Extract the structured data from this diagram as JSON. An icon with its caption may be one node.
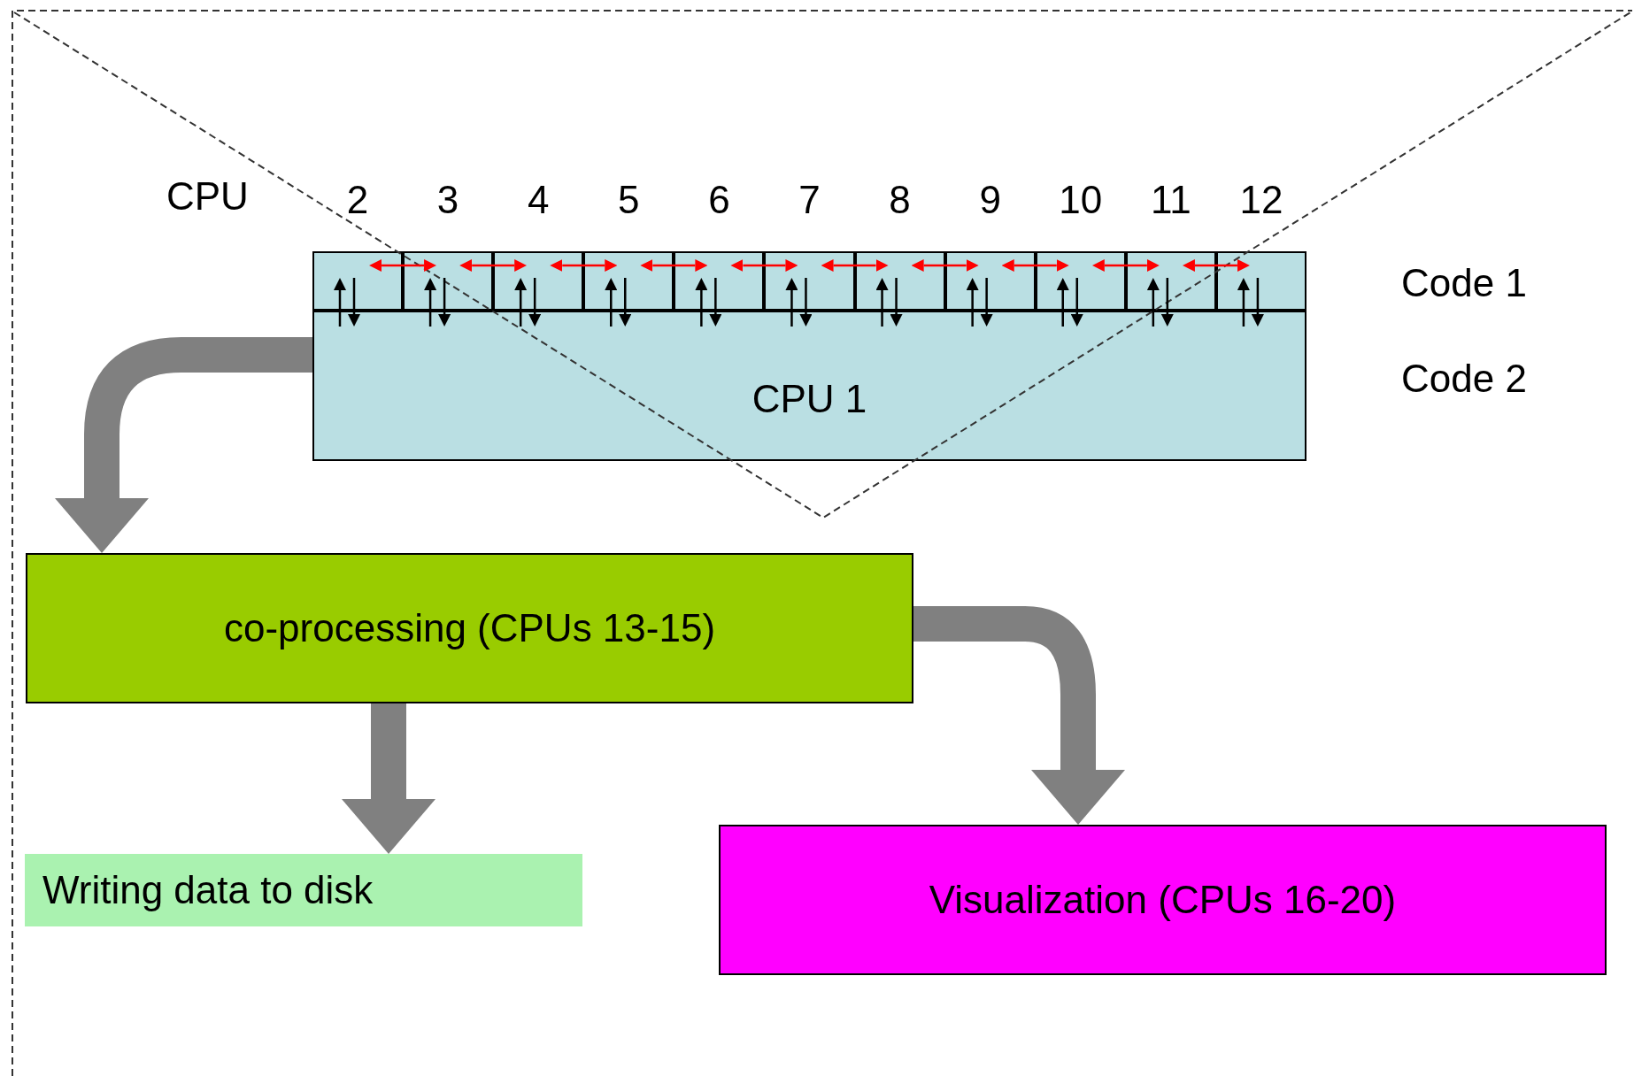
{
  "diagram": {
    "nodes": [
      {
        "text": [
          "2"
        ]
      },
      {
        "text": [
          "3"
        ]
      },
      {
        "text": [
          "4"
        ]
      },
      {
        "text": [
          "5"
        ]
      },
      {
        "text": [
          "6"
        ]
      },
      {
        "text": [
          "7"
        ]
      },
      {
        "text": [
          "8"
        ]
      },
      {
        "text": [
          "9"
        ]
      },
      {
        "text": [
          "10"
        ]
      },
      {
        "text": [
          "11"
        ]
      },
      {
        "text": [
          "12"
        ]
      },
      {
        "text": [
          "CPU 1"
        ]
      },
      {
        "text": [
          "co-processing (CPUs 13-15)"
        ]
      },
      {
        "text": [
          "Writing data to disk"
        ]
      },
      {
        "text": [
          "Visualization (CPUs 16-20)"
        ]
      }
    ],
    "edges": [
      {
        "from": 0,
        "to": 1,
        "arrow": "both",
        "color": "#ff0000"
      },
      {
        "from": 1,
        "to": 2,
        "arrow": "both",
        "color": "#ff0000"
      },
      {
        "from": 2,
        "to": 3,
        "arrow": "both",
        "color": "#ff0000"
      },
      {
        "from": 3,
        "to": 4,
        "arrow": "both",
        "color": "#ff0000"
      },
      {
        "from": 4,
        "to": 5,
        "arrow": "both",
        "color": "#ff0000"
      },
      {
        "from": 5,
        "to": 6,
        "arrow": "both",
        "color": "#ff0000"
      },
      {
        "from": 6,
        "to": 7,
        "arrow": "both",
        "color": "#ff0000"
      },
      {
        "from": 7,
        "to": 8,
        "arrow": "both",
        "color": "#ff0000"
      },
      {
        "from": 8,
        "to": 9,
        "arrow": "both",
        "color": "#ff0000"
      },
      {
        "from": 9,
        "to": 10,
        "arrow": "both",
        "color": "#ff0000"
      },
      {
        "from": 11,
        "to": 0,
        "arrow": "to"
      },
      {
        "from": 0,
        "to": 11,
        "arrow": "to"
      },
      {
        "from": 11,
        "to": 1,
        "arrow": "to"
      },
      {
        "from": 1,
        "to": 11,
        "arrow": "to"
      },
      {
        "from": 11,
        "to": 2,
        "arrow": "to"
      },
      {
        "from": 2,
        "to": 11,
        "arrow": "to"
      },
      {
        "from": 11,
        "to": 3,
        "arrow": "to"
      },
      {
        "from": 3,
        "to": 11,
        "arrow": "to"
      },
      {
        "from": 11,
        "to": 4,
        "arrow": "to"
      },
      {
        "from": 4,
        "to": 11,
        "arrow": "to"
      },
      {
        "from": 11,
        "to": 5,
        "arrow": "to"
      },
      {
        "from": 5,
        "to": 11,
        "arrow": "to"
      },
      {
        "from": 11,
        "to": 6,
        "arrow": "to"
      },
      {
        "from": 6,
        "to": 11,
        "arrow": "to"
      },
      {
        "from": 11,
        "to": 7,
        "arrow": "to"
      },
      {
        "from": 7,
        "to": 11,
        "arrow": "to"
      },
      {
        "from": 11,
        "to": 8,
        "arrow": "to"
      },
      {
        "from": 8,
        "to": 11,
        "arrow": "to"
      },
      {
        "from": 11,
        "to": 9,
        "arrow": "to"
      },
      {
        "from": 9,
        "to": 11,
        "arrow": "to"
      },
      {
        "from": 11,
        "to": 10,
        "arrow": "to"
      },
      {
        "from": 10,
        "to": 11,
        "arrow": "to"
      },
      {
        "from": 11,
        "to": 12,
        "arrow": "to",
        "style": "thick",
        "color": "#808080"
      },
      {
        "from": 12,
        "to": 13,
        "arrow": "to",
        "style": "thick",
        "color": "#808080"
      },
      {
        "from": 12,
        "to": 14,
        "arrow": "to",
        "style": "thick",
        "color": "#808080"
      }
    ],
    "labels": [
      "CPU",
      "Code 1",
      "Code 2"
    ]
  }
}
